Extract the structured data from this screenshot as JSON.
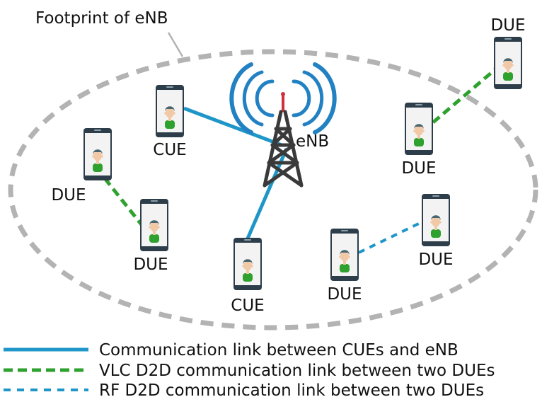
{
  "annotation": {
    "footprint_label": "Footprint of eNB"
  },
  "base_station": {
    "label": "eNB"
  },
  "devices": [
    {
      "id": "cue1",
      "label": "CUE",
      "kind": "cue"
    },
    {
      "id": "cue2",
      "label": "CUE",
      "kind": "cue"
    },
    {
      "id": "due1",
      "label": "DUE",
      "kind": "due"
    },
    {
      "id": "due2",
      "label": "DUE",
      "kind": "due"
    },
    {
      "id": "due3",
      "label": "DUE",
      "kind": "due"
    },
    {
      "id": "due4",
      "label": "DUE",
      "kind": "due"
    },
    {
      "id": "due5",
      "label": "DUE",
      "kind": "due"
    },
    {
      "id": "due6",
      "label": "DUE",
      "kind": "due"
    }
  ],
  "links": [
    {
      "from": "cue1",
      "to": "enb",
      "type": "cellular"
    },
    {
      "from": "cue2",
      "to": "enb",
      "type": "cellular"
    },
    {
      "from": "due1",
      "to": "due2",
      "type": "vlc"
    },
    {
      "from": "due3",
      "to": "due4",
      "type": "vlc"
    },
    {
      "from": "due5",
      "to": "due6",
      "type": "rf"
    }
  ],
  "legend": [
    {
      "type": "cellular",
      "label": "Communication link between CUEs and eNB"
    },
    {
      "type": "vlc",
      "label": "VLC D2D communication link between two DUEs"
    },
    {
      "type": "rf",
      "label": "RF D2D communication link between two DUEs"
    }
  ],
  "colors": {
    "cellular": "#1f96c8",
    "vlc": "#2ea12e",
    "rf": "#1f96c8",
    "footprint": "#b3b3b3",
    "phone_body": "#2d3e4a",
    "phone_screen": "#f3f3f3",
    "skin": "#f2c9a6",
    "hair": "#4a6670",
    "shirt": "#2ea12e",
    "tower": "#3a3a3a",
    "tower_tip": "#d0303c",
    "signal": "#2281c2"
  }
}
